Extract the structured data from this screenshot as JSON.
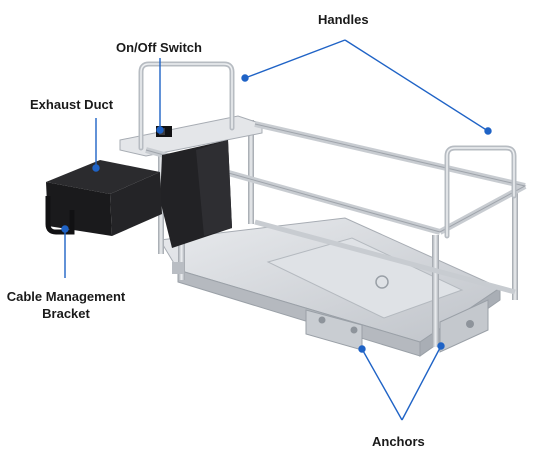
{
  "labels": {
    "handles": "Handles",
    "on_off_switch": "On/Off Switch",
    "exhaust_duct": "Exhaust Duct",
    "cable_bracket_line1": "Cable Management",
    "cable_bracket_line2": "Bracket",
    "anchors": "Anchors"
  },
  "colors": {
    "callout": "#1f63c6",
    "frame": "#d4d7dc",
    "frame_edge": "#a7acb3",
    "rod": "#c3c7cc",
    "dark_part": "#1c1c1e",
    "text": "#1a1a1a"
  }
}
